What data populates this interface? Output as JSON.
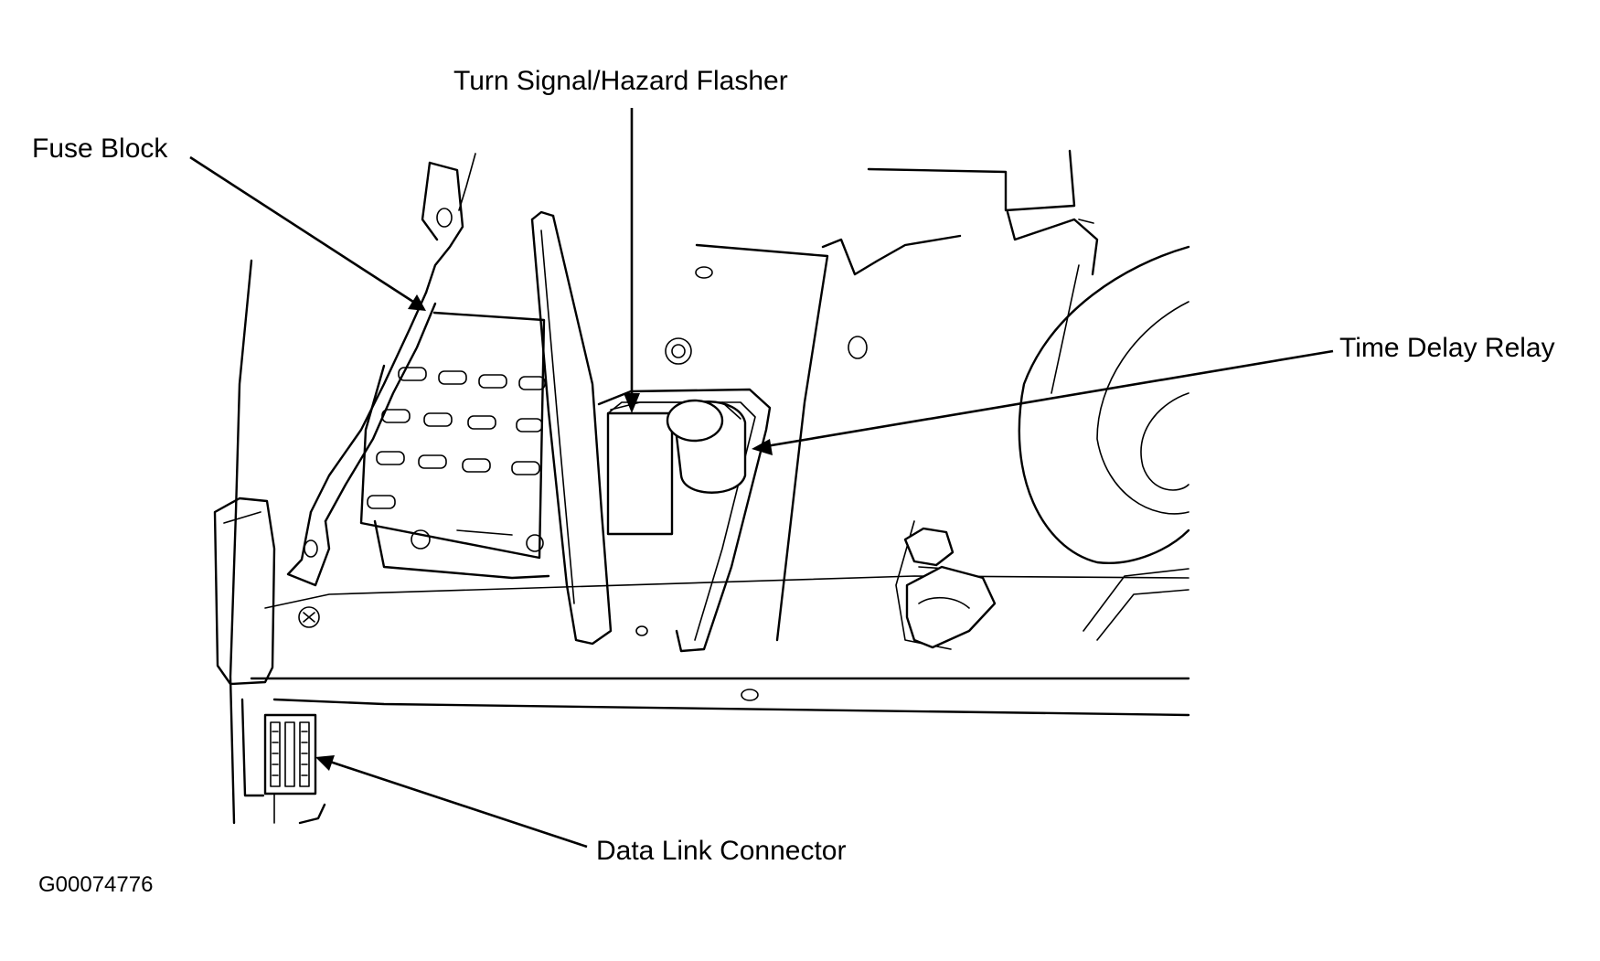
{
  "labels": {
    "turn_signal": "Turn Signal/Hazard Flasher",
    "fuse_block": "Fuse Block",
    "time_delay": "Time Delay Relay",
    "data_link": "Data Link Connector",
    "figure_id": "G00074776"
  }
}
